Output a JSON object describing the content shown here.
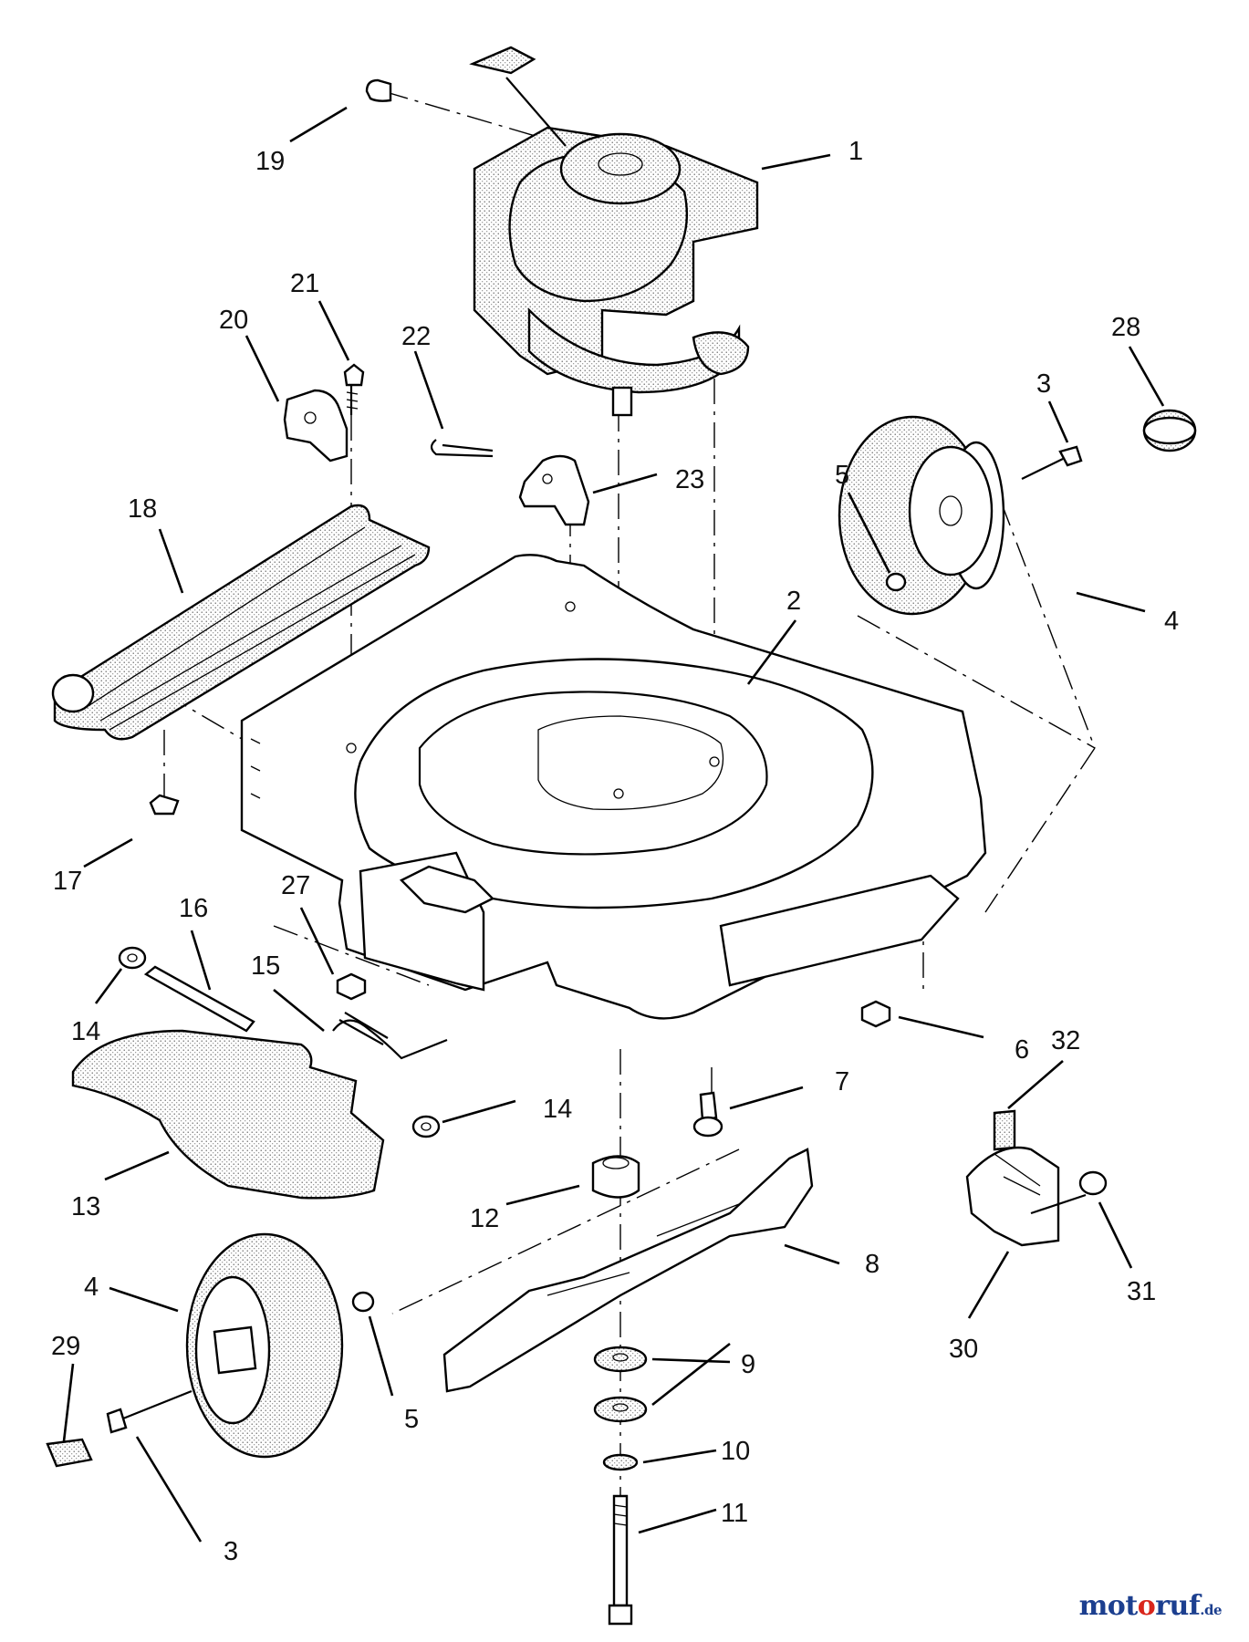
{
  "diagram": {
    "callouts": [
      "1",
      "19",
      "21",
      "20",
      "22",
      "23",
      "28",
      "3",
      "5",
      "18",
      "2",
      "4",
      "17",
      "27",
      "16",
      "15",
      "14",
      "14",
      "6",
      "32",
      "7",
      "13",
      "12",
      "8",
      "31",
      "30",
      "4",
      "29",
      "5",
      "9",
      "10",
      "11",
      "3"
    ]
  },
  "watermark": {
    "part1": "mot",
    "part2": "o",
    "part3": "ruf",
    "part4": ".de"
  }
}
